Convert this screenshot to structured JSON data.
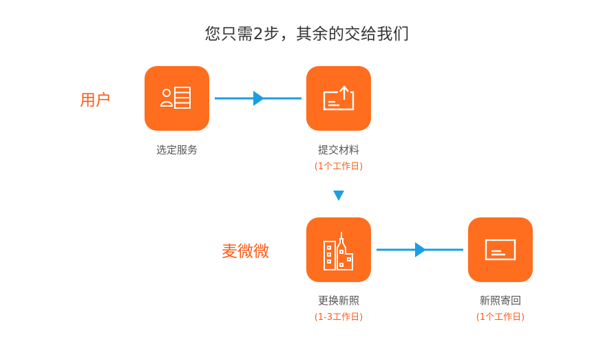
{
  "title": "您只需2步，其余的交给我们",
  "roles": {
    "user": "用户",
    "company": "麦微微"
  },
  "steps": [
    {
      "name": "选定服务",
      "duration": "",
      "icon": "service-list-icon"
    },
    {
      "name": "提交材料",
      "duration": "(1个工作日)",
      "icon": "upload-document-icon"
    },
    {
      "name": "更换新照",
      "duration": "(1-3工作日)",
      "icon": "building-icon"
    },
    {
      "name": "新照寄回",
      "duration": "(1个工作日)",
      "icon": "license-card-icon"
    }
  ],
  "colors": {
    "box": "#ff6d1f",
    "role": "#ff5a14",
    "arrow": "#1a9fe0",
    "title": "#333333",
    "label": "#555555"
  }
}
